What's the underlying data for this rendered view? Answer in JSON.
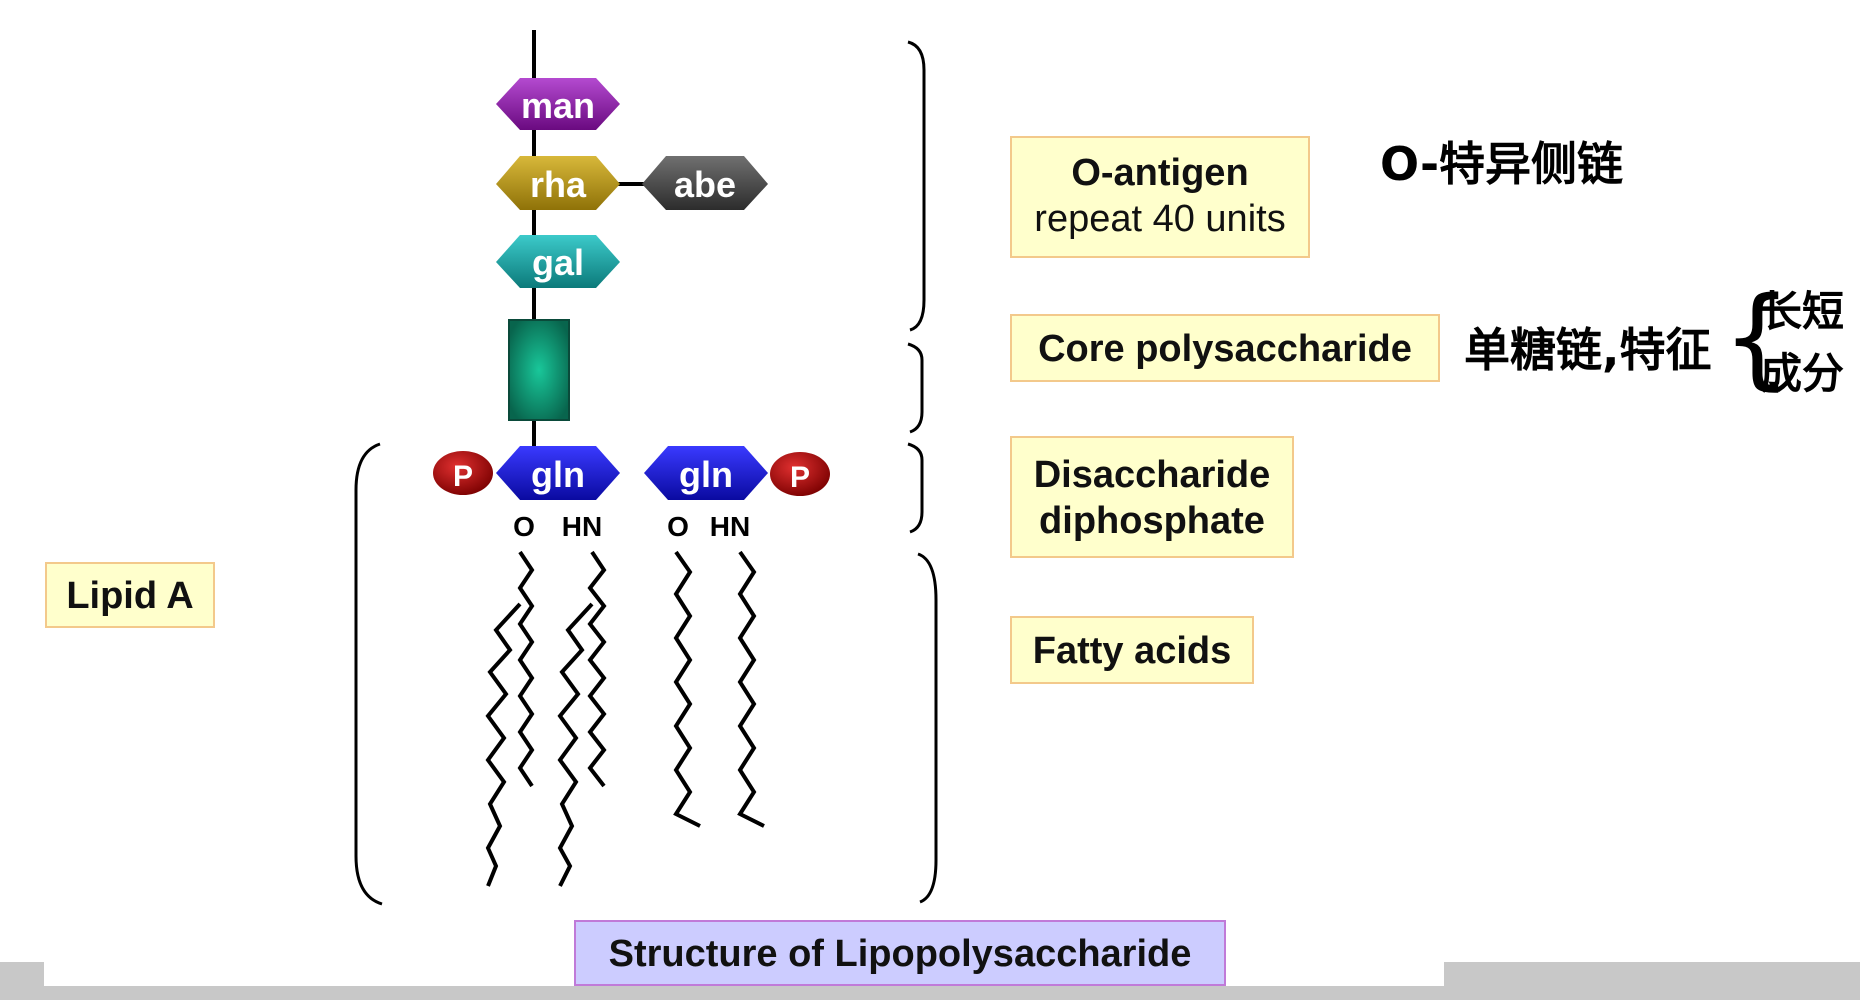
{
  "sugars": {
    "man": "man",
    "rha": "rha",
    "abe": "abe",
    "gal": "gal",
    "gln_left": "gln",
    "gln_right": "gln"
  },
  "phosphates": {
    "left": "P",
    "right": "P"
  },
  "attachments": {
    "o_left": "O",
    "hn_left": "HN",
    "o_right": "O",
    "hn_right": "HN"
  },
  "labels": {
    "o_antigen": "O-antigen",
    "o_antigen_sub": "repeat 40 units",
    "core": "Core polysaccharide",
    "disaccharide_line1": "Disaccharide",
    "disaccharide_line2": "diphosphate",
    "fatty_acids": "Fatty acids",
    "lipid_a": "Lipid A",
    "caption": "Structure of Lipopolysaccharide"
  },
  "annotations": {
    "o_antigen_note": "O-特异侧链",
    "core_note": "单糖链,特征",
    "core_note_a": "长短",
    "core_note_b": "成分"
  },
  "colors": {
    "man": "#8a1a9e",
    "rha": "#b8960e",
    "abe": "#4a4a4a",
    "gal": "#1aa3a3",
    "core_block": "#0e8a6a",
    "gln": "#1414c8",
    "phosphate": "#b01010",
    "label_fill": "#ffffcc",
    "caption_fill": "#ccccff"
  }
}
